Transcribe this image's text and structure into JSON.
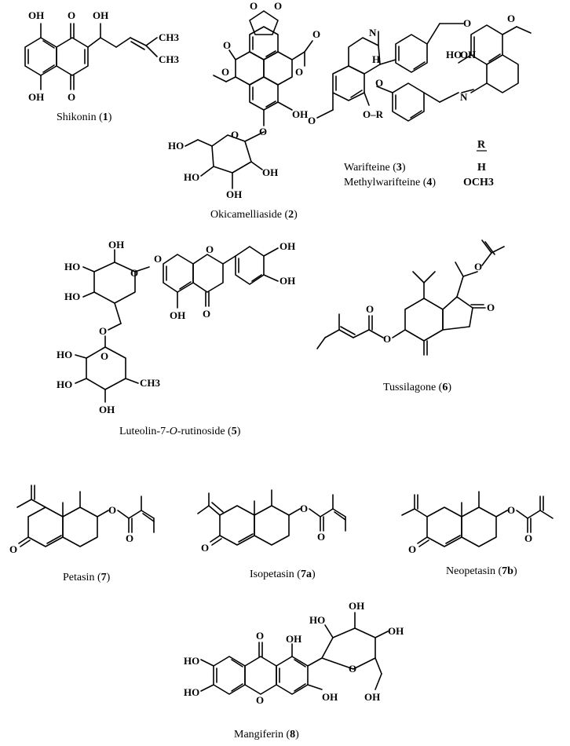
{
  "figure": {
    "compounds": [
      {
        "id": "shikonin",
        "name": "Shikonin",
        "number": "1"
      },
      {
        "id": "okicamelliaside",
        "name": "Okicamelliaside",
        "number": "2"
      },
      {
        "id": "warifteine",
        "name": "Warifteine",
        "number": "3",
        "R": "H"
      },
      {
        "id": "methylwarifteine",
        "name": "Methylwarifteine",
        "number": "4",
        "R": "OCH3"
      },
      {
        "id": "luteolin",
        "name_prefix": "Luteolin-7-",
        "name_italic": "O",
        "name_suffix": "-rutinoside",
        "number": "5"
      },
      {
        "id": "tussilagone",
        "name": "Tussilagone",
        "number": "6"
      },
      {
        "id": "petasin",
        "name": "Petasin",
        "number": "7"
      },
      {
        "id": "isopetasin",
        "name": "Isopetasin",
        "number": "7a"
      },
      {
        "id": "neopetasin",
        "name": "Neopetasin",
        "number": "7b"
      },
      {
        "id": "mangiferin",
        "name": "Mangiferin",
        "number": "8"
      }
    ],
    "r_table_header": "R",
    "atom_labels": {
      "OH": "OH",
      "HO": "HO",
      "O": "O",
      "N": "N",
      "H": "H",
      "CH3": "CH3",
      "OR": "O–R"
    }
  }
}
